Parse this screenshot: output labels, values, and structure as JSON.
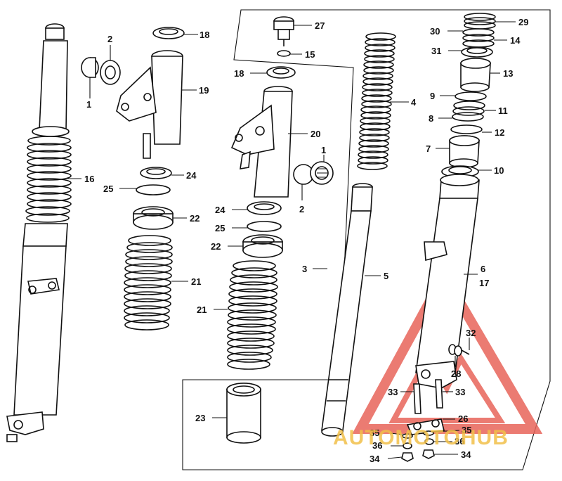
{
  "labels": {
    "l1a": "1",
    "l2a": "2",
    "l18a": "18",
    "l19": "19",
    "l16": "16",
    "l24a": "24",
    "l25a": "25",
    "l22a": "22",
    "l21a": "21",
    "l27": "27",
    "l15": "15",
    "l18b": "18",
    "l20": "20",
    "l1b": "1",
    "l2b": "2",
    "l24b": "24",
    "l25b": "25",
    "l22b": "22",
    "l21b": "21",
    "l3": "3",
    "l4": "4",
    "l5": "5",
    "l23": "23",
    "l29": "29",
    "l30": "30",
    "l14": "14",
    "l31": "31",
    "l13": "13",
    "l9": "9",
    "l11": "11",
    "l8": "8",
    "l12": "12",
    "l7": "7",
    "l10": "10",
    "l6": "6",
    "l17": "17",
    "l32": "32",
    "l28": "28",
    "l33a": "33",
    "l33b": "33",
    "l26": "26",
    "l35a": "35",
    "l35b": "35",
    "l36a": "36",
    "l36b": "36",
    "l34a": "34",
    "l34b": "34"
  },
  "watermark": {
    "text": "AUTOMOTOHUB",
    "color_triangle": "#e8645a",
    "color_text": "#f2c04a"
  }
}
